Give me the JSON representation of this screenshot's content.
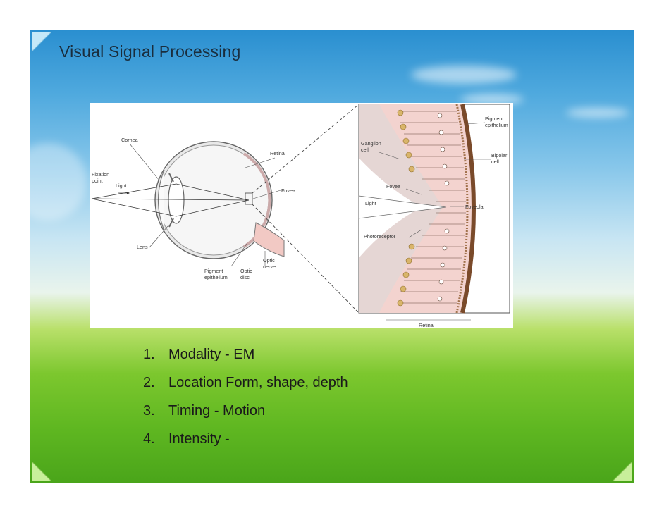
{
  "slide": {
    "title": "Visual Signal Processing",
    "colors": {
      "sky_top": "#2a8fd0",
      "grass": "#5fb721",
      "corner_marker": "#b8e4f7"
    }
  },
  "diagram": {
    "eye_labels": {
      "cornea": "Cornea",
      "retina": "Retina",
      "fixation_point": [
        "Fixation",
        "point"
      ],
      "light": "Light",
      "fovea": "Fovea",
      "lens": "Lens",
      "optic_nerve": [
        "Optic",
        "nerve"
      ],
      "pigment_epithelium": [
        "Pigment",
        "epithelium"
      ],
      "optic_disc": [
        "Optic",
        "disc"
      ]
    },
    "retina_labels": {
      "ganglion_cell": [
        "Ganglion",
        "cell"
      ],
      "pigment_epithelium": [
        "Pigment",
        "epithelium"
      ],
      "bipolar_cell": [
        "Bipolar",
        "cell"
      ],
      "fovea": "Fovea",
      "light": "Light",
      "foveola": "Foveola",
      "photoreceptor": "Photoreceptor",
      "retina": "Retina"
    }
  },
  "points": [
    {
      "num": "1.",
      "text": "Modality - EM"
    },
    {
      "num": "2.",
      "text": "Location Form, shape, depth"
    },
    {
      "num": "3.",
      "text": "Timing - Motion"
    },
    {
      "num": "4.",
      "text": "Intensity -"
    }
  ]
}
